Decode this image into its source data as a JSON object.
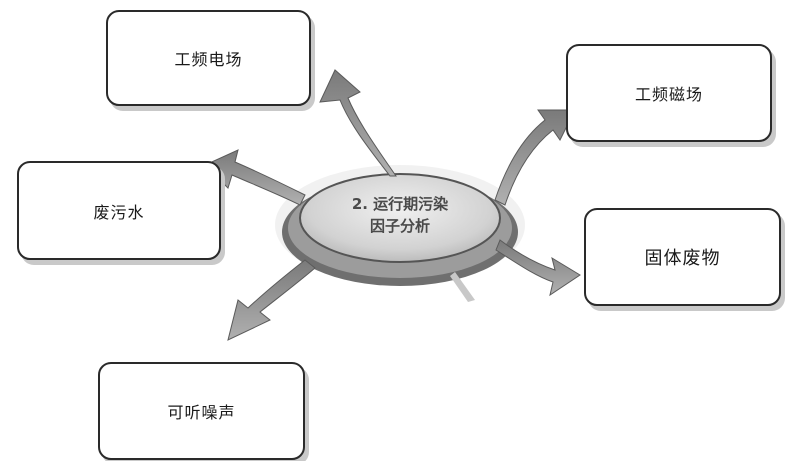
{
  "diagram": {
    "center": {
      "line1": "2. 运行期污染",
      "line2": "因子分析"
    },
    "nodes": {
      "top_left": "工频电场",
      "top_right": "工频磁场",
      "left": "废污水",
      "right": "固体废物",
      "bottom": "可听噪声"
    },
    "colors": {
      "border": "#2a2a2a",
      "arrow": "#9a9a9a",
      "disc_top": "#d6d6d6",
      "disc_rim": "#7f7f7f"
    }
  }
}
